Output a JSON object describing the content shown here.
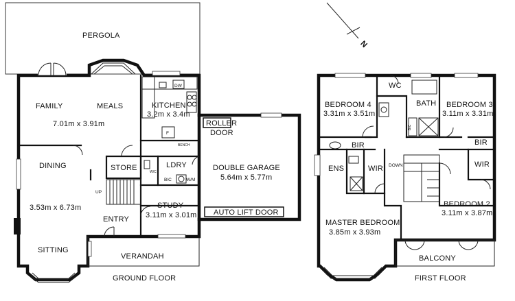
{
  "north_label": "N",
  "ground_floor": {
    "heading": "GROUND FLOOR",
    "pergola": "PERGOLA",
    "family": "FAMILY",
    "meals": "MEALS",
    "family_meals_dim": "7.01m x 3.91m",
    "kitchen": "KITCHEN",
    "kitchen_dim": "3.2m x 3.4m",
    "dw": "DW",
    "fridge": "F",
    "bench": "BENCH",
    "dining": "DINING",
    "dining_sitting_dim": "3.53m x 6.73m",
    "sitting": "SITTING",
    "store": "STORE",
    "wc": "W/C",
    "ldry": "LDRY",
    "bic": "BIC",
    "wm": "W/M",
    "up": "UP",
    "entry": "ENTRY",
    "study": "STUDY",
    "study_dim": "3.11m x 3.01m",
    "verandah": "VERANDAH",
    "roller_door_1": "ROLLER",
    "roller_door_2": "DOOR",
    "garage": "DOUBLE GARAGE",
    "garage_dim": "5.64m x 5.77m",
    "auto_lift_door": "AUTO LIFT DOOR"
  },
  "first_floor": {
    "heading": "FIRST FLOOR",
    "bedroom4": "BEDROOM 4",
    "bedroom4_dim": "3.31m x 3.51m",
    "wc": "WC",
    "bath": "BATH",
    "bedroom3": "BEDROOM 3",
    "bedroom3_dim": "3.11m x 3.31m",
    "bir_left": "BIR",
    "bir_right": "BIR",
    "bic": "BIC",
    "ens": "ENS",
    "wir_left": "WIR",
    "wir_right": "WIR",
    "down": "DOWN",
    "bedroom2": "BEDROOM 2",
    "bedroom2_dim": "3.11m x 3.87m",
    "master": "MASTER BEDROOM",
    "master_dim": "3.85m x 3.93m",
    "balcony": "BALCONY"
  }
}
